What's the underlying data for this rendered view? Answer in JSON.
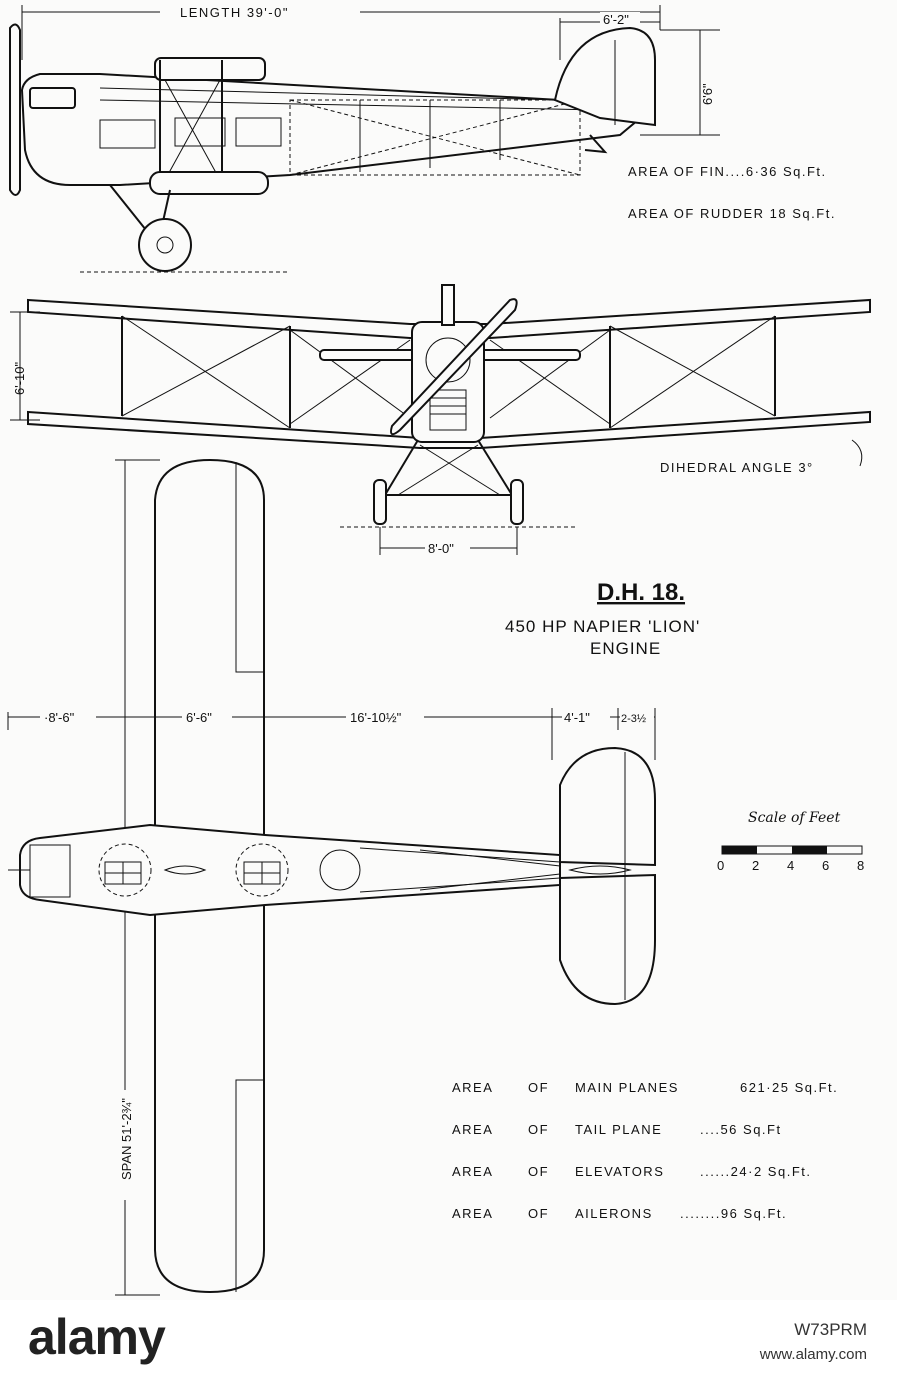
{
  "side_view": {
    "length_dim": "LENGTH  39'-0\"",
    "tail_dim": "6'-2\"",
    "height_dim": "6'6\"",
    "fin_area": "AREA OF FIN....6·36 Sq.Ft.",
    "rudder_area": "AREA OF RUDDER 18 Sq.Ft."
  },
  "front_view": {
    "gap_dim": "6'-10\"",
    "dihedral": "DIHEDRAL ANGLE 3°",
    "track_dim": "8'-0\""
  },
  "title_block": {
    "title": "D.H. 18.",
    "engine_line1": "450 HP NAPIER 'LION'",
    "engine_line2": "ENGINE"
  },
  "plan_view": {
    "dim_1": "·8'-6\"",
    "dim_2": "6'-6\"",
    "dim_3": "16'-10½\"",
    "dim_4": "4'-1\"",
    "dim_5": "2-3½",
    "span": "SPAN 51'-2¾\""
  },
  "scale": {
    "label": "Scale of Feet",
    "ticks": [
      "0",
      "2",
      "4",
      "6",
      "8"
    ]
  },
  "areas": [
    {
      "prefix": "AREA",
      "of": "OF",
      "name": "MAIN PLANES",
      "value": "621·25 Sq.Ft."
    },
    {
      "prefix": "AREA",
      "of": "OF",
      "name": "TAIL PLANE",
      "value": "....56 Sq.Ft"
    },
    {
      "prefix": "AREA",
      "of": "OF",
      "name": "ELEVATORS",
      "value": "......24·2 Sq.Ft."
    },
    {
      "prefix": "AREA",
      "of": "OF",
      "name": "AILERONS",
      "value": "........96 Sq.Ft."
    }
  ],
  "footer": {
    "brand": "alamy",
    "image_id": "W73PRM",
    "site": "www.alamy.com"
  }
}
